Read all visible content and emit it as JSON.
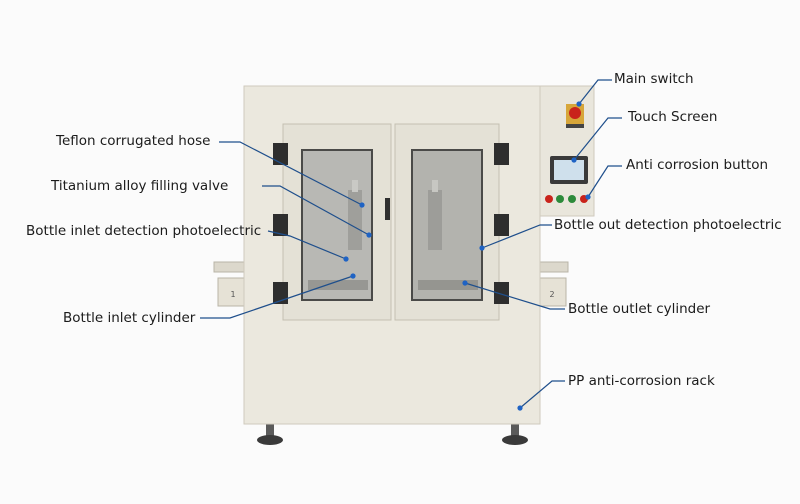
{
  "labels": {
    "main_switch": "Main switch",
    "touch_screen": "Touch Screen",
    "anti_corrosion_button": "Anti corrosion button",
    "teflon_hose": "Teflon corrugated hose",
    "filling_valve": "Titanium alloy filling valve",
    "bottle_inlet_detection": "Bottle inlet detection photoelectric",
    "bottle_out_detection": "Bottle out detection photoelectric",
    "bottle_inlet_cylinder": "Bottle inlet cylinder",
    "bottle_outlet_cylinder": "Bottle outlet cylinder",
    "pp_rack": "PP anti-corrosion rack"
  },
  "side_plate_marks": {
    "left": "1",
    "right": "2"
  },
  "colors": {
    "cabinet": "#ebe8de",
    "cabinet_edge": "#cfcabd",
    "leader_line": "#1f4f8c",
    "marker_dot": "#1f63c4",
    "screen": "#cfe0ec",
    "button_red": "#c9231b",
    "button_green": "#2c8a3a"
  }
}
